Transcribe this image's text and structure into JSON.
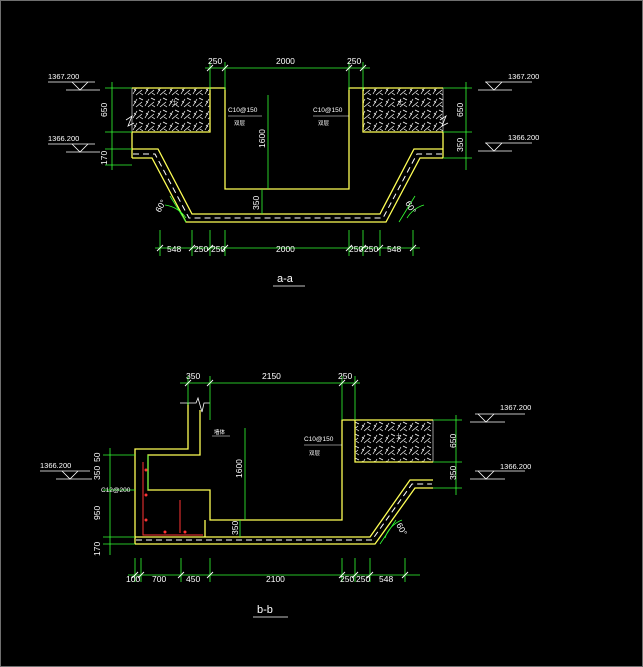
{
  "sections": {
    "a": {
      "title": "a-a",
      "elev_top": "1367.200",
      "elev_mid": "1366.200",
      "dims_top": [
        "250",
        "2000",
        "250"
      ],
      "dims_bottom": [
        "548",
        "250",
        "250",
        "2000",
        "250",
        "250",
        "548"
      ],
      "dims_left": [
        "650",
        "170"
      ],
      "dims_right": [
        "650",
        "350"
      ],
      "inner_height": "1600",
      "bottom_thk": "350",
      "angle": "60°",
      "rebar": "C10@150",
      "rebar_note": "双层",
      "fill_note": "土"
    },
    "b": {
      "title": "b-b",
      "elev_top": "1367.200",
      "elev_mid": "1366.200",
      "elev_left": "1366.200",
      "dims_top": [
        "350",
        "2150",
        "250"
      ],
      "dims_bottom": [
        "100",
        "700",
        "450",
        "2100",
        "250",
        "250",
        "548"
      ],
      "dims_left": [
        "50",
        "350",
        "950",
        "170"
      ],
      "dims_right": [
        "650",
        "350"
      ],
      "inner_height": "1600",
      "bottom_thk": "350",
      "angle": "60°",
      "rebar_left": "C12@200",
      "rebar": "C10@150",
      "rebar_note": "双层",
      "fill_note": "土",
      "left_note": "墙体"
    }
  }
}
